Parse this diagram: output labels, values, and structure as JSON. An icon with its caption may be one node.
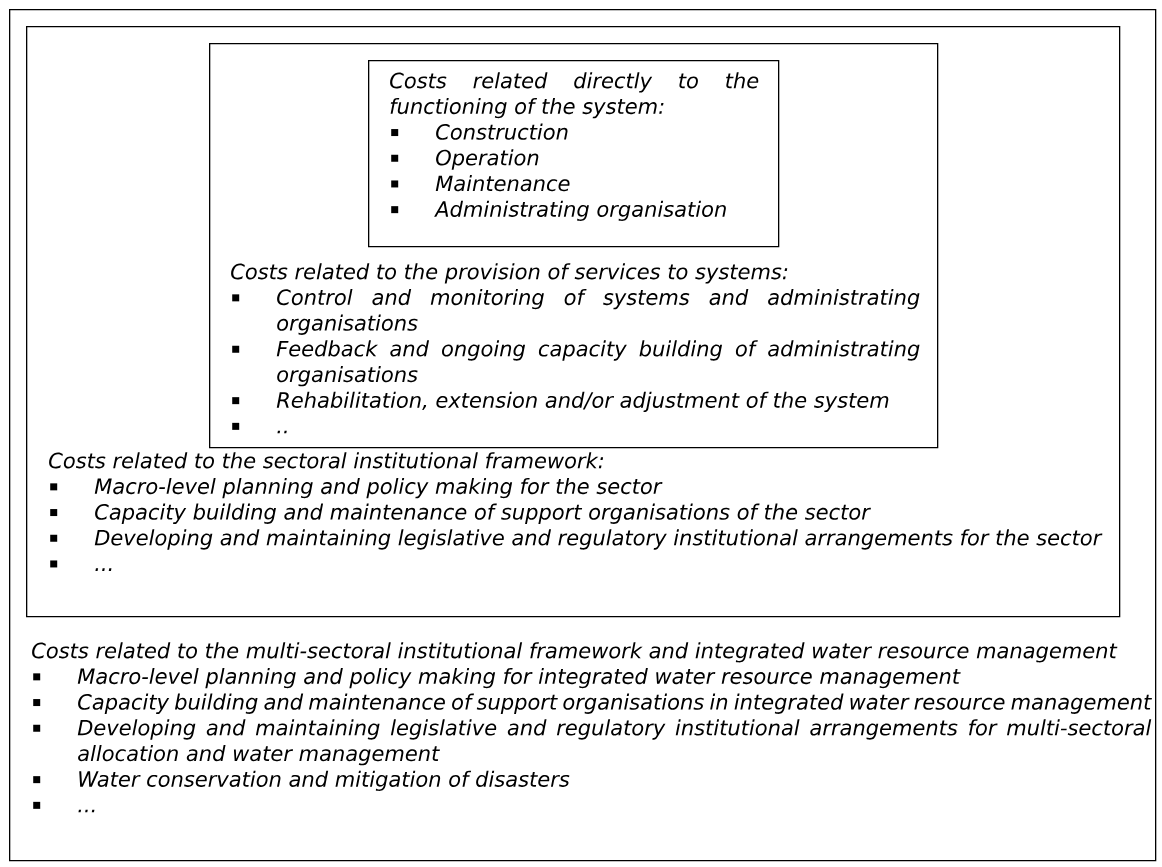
{
  "diagram": {
    "nodes": [
      {
        "text": [
          "Costs related to the multi-sectoral institutional framework and integrated water resource management",
          "Macro-level planning and policy making for integrated water resource management",
          "Capacity building and maintenance of support organisations in integrated water resource management",
          "Developing and maintaining legislative and regulatory institutional arrangements for multi-sectoral allocation and water management",
          "Water conservation and mitigation of disasters",
          "..."
        ]
      },
      {
        "text": [
          "Costs related to the sectoral institutional framework:",
          "Macro-level planning and policy making for the sector",
          "Capacity building and maintenance of support organisations of the sector",
          "Developing and maintaining legislative and regulatory institutional arrangements for the sector",
          "..."
        ],
        "in": 0
      },
      {
        "text": [
          "Costs related to the provision of services to systems:",
          "Control and monitoring of systems and administrating organisations",
          "Feedback and ongoing capacity building of administrating organisations",
          "Rehabilitation, extension and/or adjustment of the system",
          ".."
        ],
        "in": 1
      },
      {
        "text": [
          "Costs related directly to the functioning of the system:",
          "Construction",
          "Operation",
          "Maintenance",
          "Administrating organisation"
        ],
        "in": 2
      }
    ]
  }
}
